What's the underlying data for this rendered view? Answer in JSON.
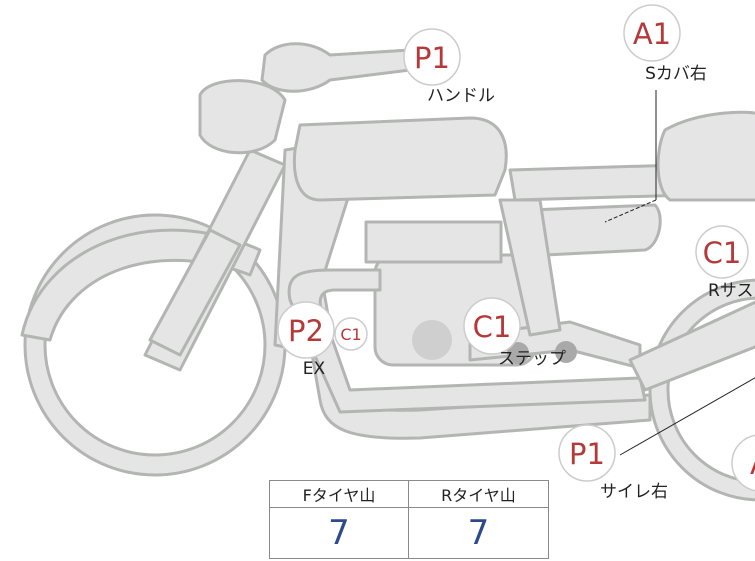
{
  "badge_color": "#b43a3a",
  "body_fill": "#e4e5e4",
  "body_stroke": "#b3b5b3",
  "value_color": "#2d4b8c",
  "badges": {
    "p1_handle": "P1",
    "a1_cover": "A1",
    "c1_rsus": "C1",
    "p2_ex": "P2",
    "c1_small": "C1",
    "c1_step": "C1",
    "p1_silencer": "P1",
    "a_partial": "A"
  },
  "labels": {
    "handle": "ハンドル",
    "side_cover_right": "Sカバ右",
    "rsus_partial": "Rサス",
    "ex": "EX",
    "step": "ステップ",
    "silencer_right": "サイレ右"
  },
  "table": {
    "headers": [
      "Fタイヤ山",
      "Rタイヤ山"
    ],
    "values": [
      "7",
      "7"
    ]
  }
}
